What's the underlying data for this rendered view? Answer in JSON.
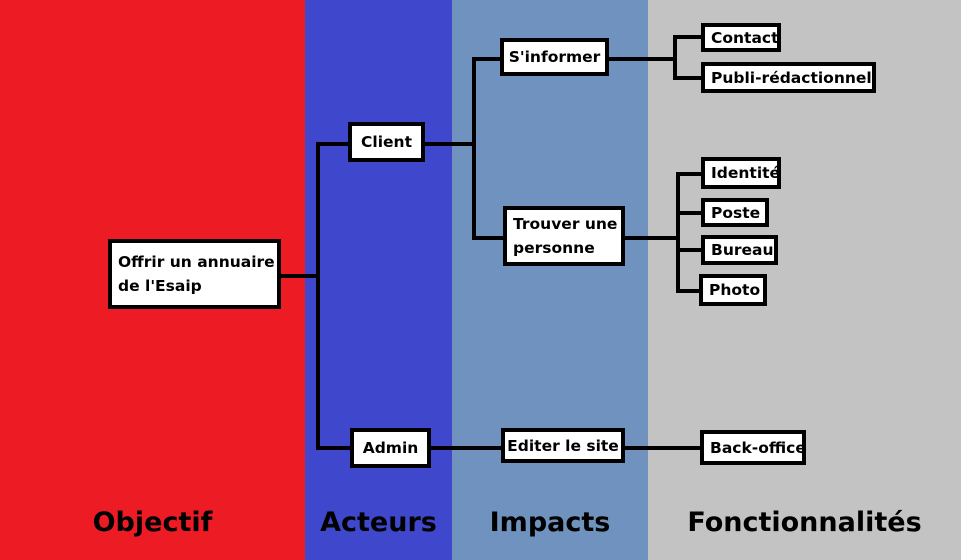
{
  "columns": {
    "objectif": {
      "title": "Objectif",
      "color": "#ed1c24"
    },
    "acteurs": {
      "title": "Acteurs",
      "color": "#3f48cc"
    },
    "impacts": {
      "title": "Impacts",
      "color": "#7092be"
    },
    "fonctionnalites": {
      "title": "Fonctionnalités",
      "color": "#c3c3c3"
    }
  },
  "nodes": {
    "goal": {
      "line1": "Offrir un annuaire",
      "line2": "de l'Esaip"
    },
    "client": "Client",
    "admin": "Admin",
    "sinformer": "S'informer",
    "trouver": {
      "line1": "Trouver une",
      "line2": "personne"
    },
    "editer": "Editer le site",
    "contact": "Contact",
    "publi": "Publi-rédactionnel",
    "identite": "Identité",
    "poste": "Poste",
    "bureau": "Bureau",
    "photo": "Photo",
    "backoffice": "Back-office"
  }
}
